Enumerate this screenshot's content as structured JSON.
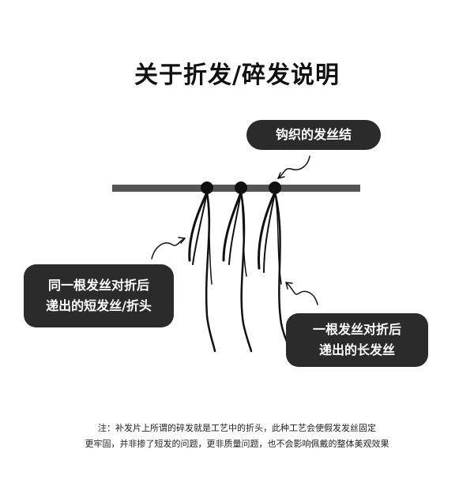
{
  "title": "关于折发/碎发说明",
  "labels": {
    "knot": "钩织的发丝结",
    "folded_line1": "同一根发丝对折后",
    "folded_line2": "递出的短发丝/折头",
    "long_line1": "一根发丝对折后",
    "long_line2": "递出的长发丝"
  },
  "note": {
    "line1": "注：补发片上所谓的碎发就是工艺中的折头，此种工艺会使假发发丝固定",
    "line2": "更牢固，并非掺了短发的问题，更非质量问题，也不会影响佩戴的整体美观效果"
  },
  "colors": {
    "bar": "#555555",
    "bubble": "#2b2b2b",
    "hair": "#111111"
  }
}
